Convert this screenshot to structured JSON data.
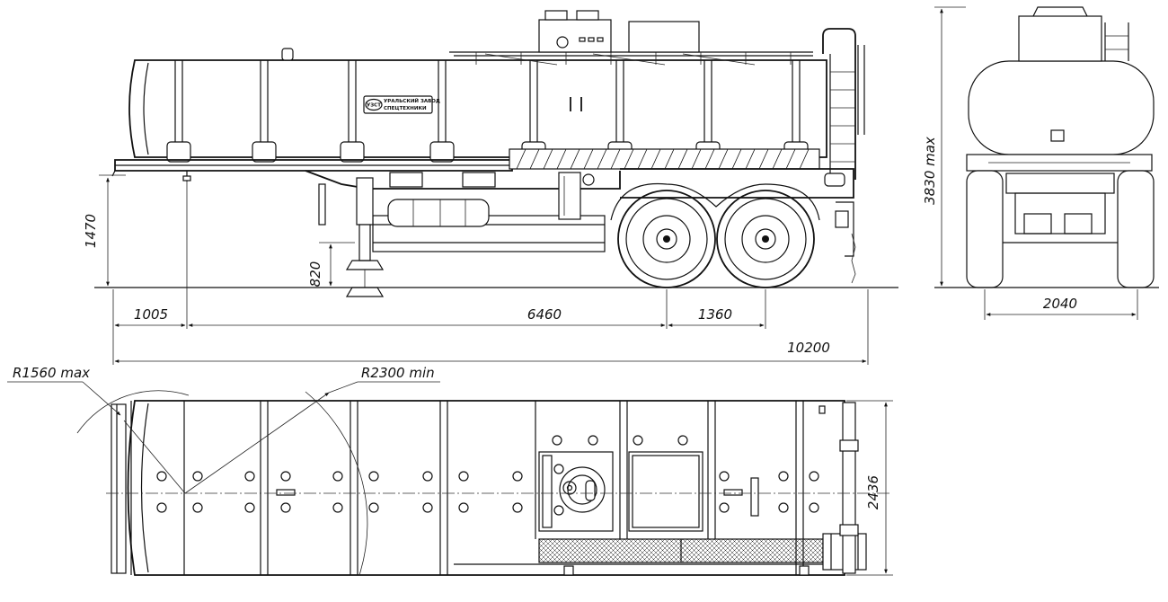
{
  "side_view": {
    "dims": {
      "height_frame": "1470",
      "height_support": "820",
      "front_overhang": "1005",
      "wheelbase": "6460",
      "axle_spacing": "1360",
      "overall_length": "10200"
    },
    "logo": {
      "mark": "УЗСТ",
      "line1": "УРАЛЬСКИЙ ЗАВОД",
      "line2": "СПЕЦТЕХНИКИ"
    }
  },
  "rear_view": {
    "dims": {
      "overall_height": "3830 max",
      "track_width": "2040"
    }
  },
  "top_view": {
    "dims": {
      "front_radius": "R1560 max",
      "turning_radius": "R2300 min",
      "overall_width": "2436"
    }
  }
}
